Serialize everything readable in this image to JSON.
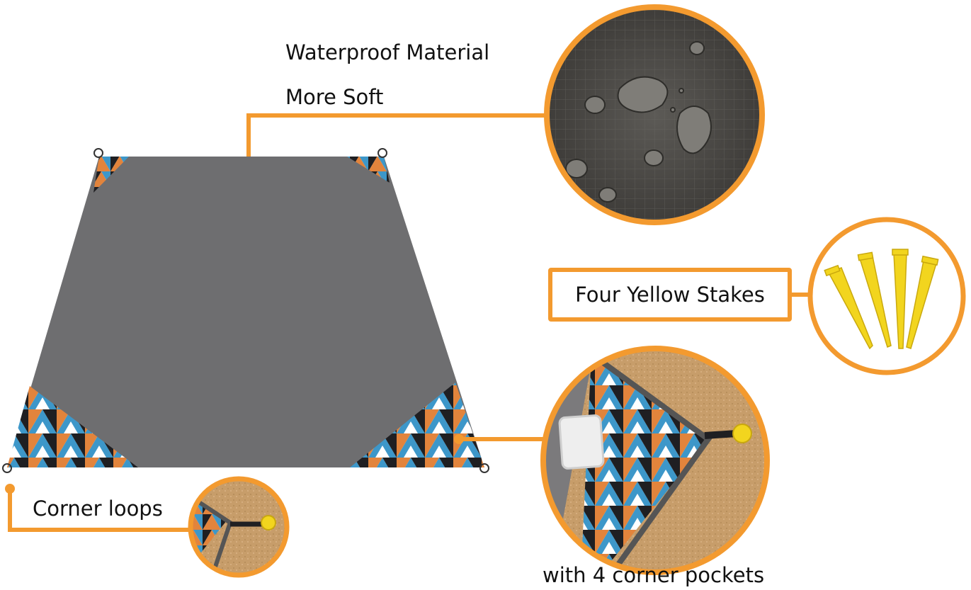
{
  "labels": {
    "waterproof": "Waterproof Material",
    "soft": "More Soft",
    "stakes": "Four Yellow Stakes",
    "loops": "Corner loops",
    "pockets": "with 4 corner pockets"
  },
  "colors": {
    "accent_orange": "#f39a2f",
    "mat_gray": "#6e6e70",
    "sand": "#c8a070",
    "stake_yellow": "#f2d51e",
    "pattern_blue": "#3d97c9",
    "pattern_orange": "#e2843c",
    "pattern_black": "#1f1f22"
  }
}
